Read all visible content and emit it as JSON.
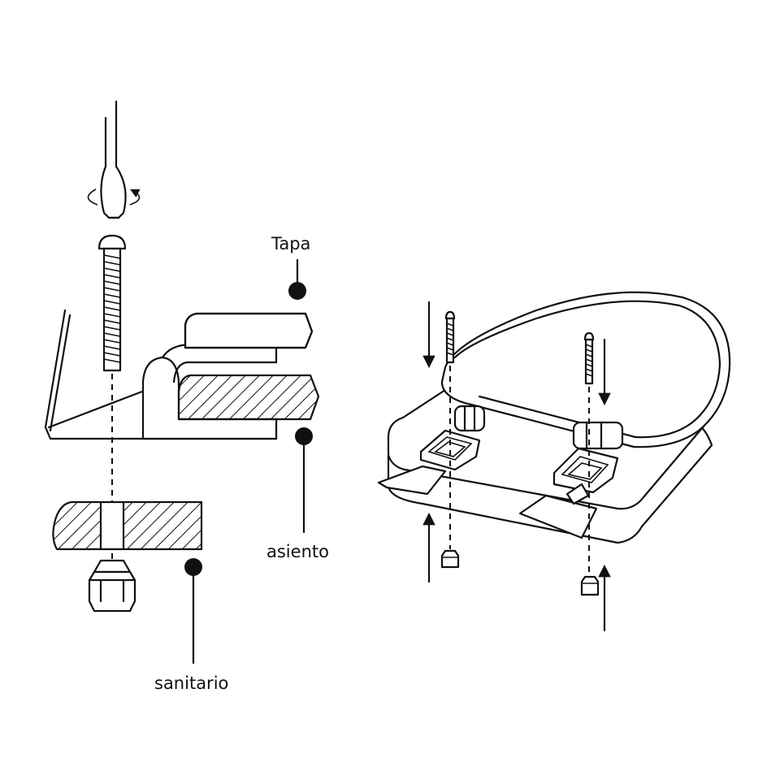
{
  "labels": {
    "lid": "Tapa",
    "seat": "asiento",
    "toilet": "sanitario"
  },
  "colors": {
    "ink": "#111111",
    "background": "#ffffff"
  },
  "icons": [
    "screwdriver-icon",
    "rotation-arrow-icon",
    "bolt-icon",
    "nut-icon",
    "arrow-up-icon",
    "arrow-down-icon"
  ]
}
